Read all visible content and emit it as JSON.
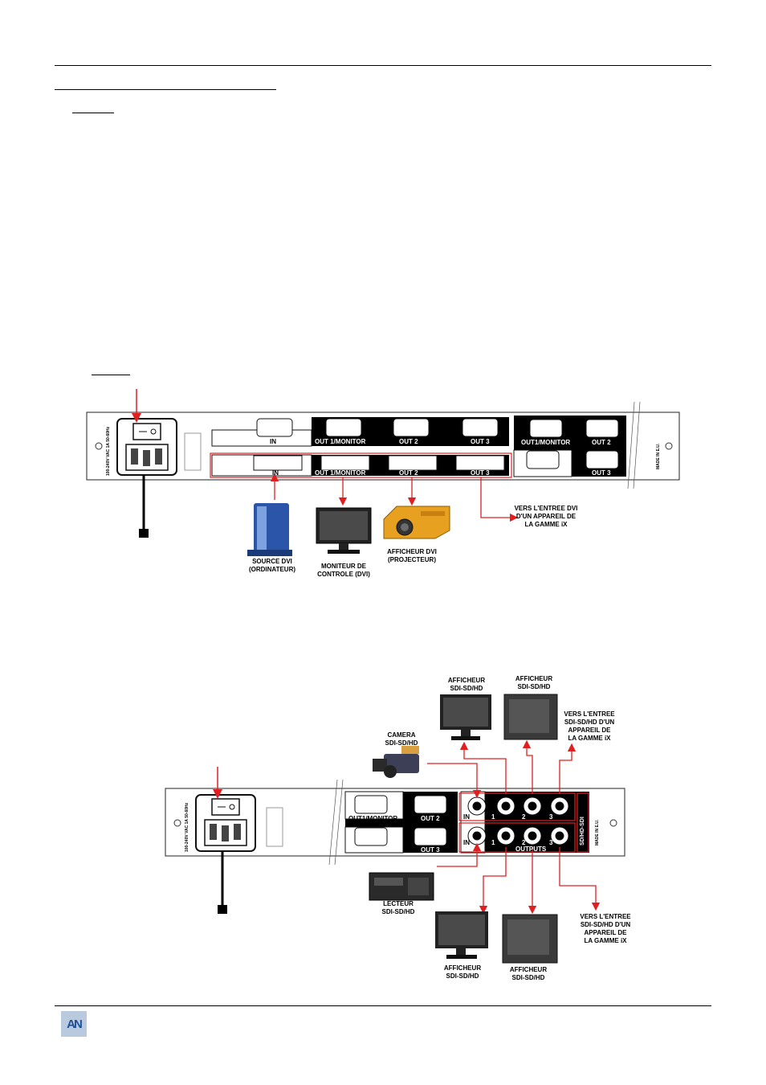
{
  "dvi_diagram": {
    "panel": {
      "top_labels": [
        "IN",
        "OUT 1/MONITOR",
        "OUT 2",
        "OUT 3"
      ],
      "bottom_labels": [
        "IN",
        "OUT 1/MONITOR",
        "OUT 2",
        "OUT 3"
      ],
      "right_labels": [
        "OUT1/MONITOR",
        "OUT 2",
        "OUT 3"
      ],
      "power_rating": "100-240V VAC 1A 50-60Hz",
      "made_in": "MADE IN E.U."
    },
    "devices": {
      "source": "SOURCE DVI\n(ORDINATEUR)",
      "monitor": "MONITEUR DE\nCONTROLE (DVI)",
      "projector": "AFFICHEUR DVI\n(PROJECTEUR)",
      "to_ix": "VERS L'ENTREE DVI\nD'UN APPAREIL DE\nLA GAMME iX"
    }
  },
  "sdi_diagram": {
    "panel": {
      "vga_labels": [
        "OUT1/MONITOR",
        "OUT 2",
        "OUT 3"
      ],
      "bnc_top": [
        "IN",
        "1",
        "2",
        "3"
      ],
      "bnc_bottom": [
        "IN",
        "1",
        "2",
        "3"
      ],
      "outputs_label": "OUTPUTS",
      "side_label": "SD/HD-SDI",
      "power_rating": "100-240V VAC 1A 50-60Hz",
      "made_in": "MADE IN E.U."
    },
    "devices": {
      "display_top_1": "AFFICHEUR\nSDI-SD/HD",
      "display_top_2": "AFFICHEUR\nSDI-SD/HD",
      "camera": "CAMERA\nSDI-SD/HD",
      "to_ix_top": "VERS L'ENTREE\nSDI-SD/HD D'UN\nAPPAREIL DE\nLA GAMME iX",
      "player": "LECTEUR\nSDI-SD/HD",
      "display_bottom_1": "AFFICHEUR\nSDI-SD/HD",
      "display_bottom_2": "AFFICHEUR\nSDI-SD/HD",
      "to_ix_bottom": "VERS L'ENTREE\nSDI-SD/HD D'UN\nAPPAREIL DE\nLA GAMME iX"
    }
  },
  "footer": {
    "logo": "AN"
  },
  "colors": {
    "arrow": "#e02020",
    "panel_black": "#000000",
    "device_blue": "#2b55a8",
    "device_yellow": "#e8a020"
  }
}
